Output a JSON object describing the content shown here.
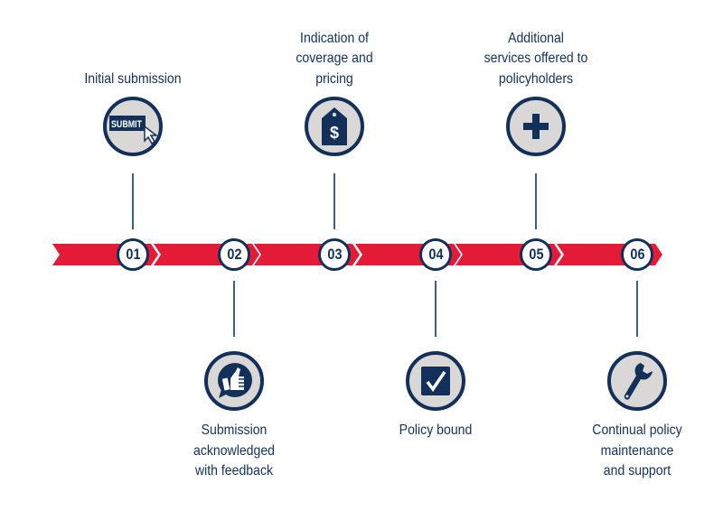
{
  "colors": {
    "navy": "#13305a",
    "red": "#e31b37",
    "circle_fill": "#d9d8d6",
    "line": "#3d5f86"
  },
  "steps": [
    {
      "number": "01",
      "lines": [
        "Initial submission"
      ],
      "icon": "submit-button-icon",
      "icon_text": "SUBMIT",
      "position": "top"
    },
    {
      "number": "02",
      "lines": [
        "Submission",
        "acknowledged",
        "with feedback"
      ],
      "icon": "thumbs-up-icon",
      "position": "bottom"
    },
    {
      "number": "03",
      "lines": [
        "Indication of",
        "coverage and",
        "pricing"
      ],
      "icon": "price-tag-icon",
      "icon_text": "$",
      "position": "top"
    },
    {
      "number": "04",
      "lines": [
        "Policy bound"
      ],
      "icon": "checkbox-icon",
      "position": "bottom"
    },
    {
      "number": "05",
      "lines": [
        "Additional",
        "services offered to",
        "policyholders"
      ],
      "icon": "plus-icon",
      "position": "top"
    },
    {
      "number": "06",
      "lines": [
        "Continual policy",
        "maintenance",
        "and support"
      ],
      "icon": "wrench-icon",
      "position": "bottom"
    }
  ]
}
